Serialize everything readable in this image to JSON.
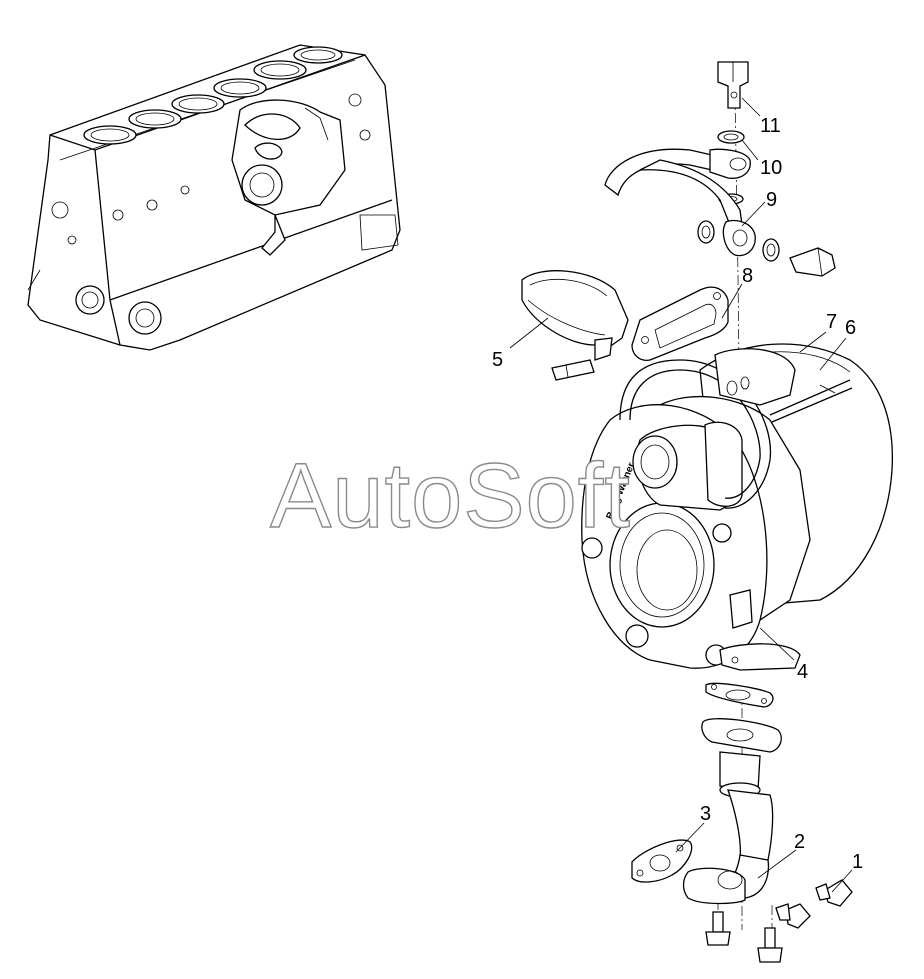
{
  "watermark": "AutoSoft",
  "brand_label": "Borg Warner",
  "callouts": [
    {
      "id": "1",
      "label": "1"
    },
    {
      "id": "2",
      "label": "2"
    },
    {
      "id": "3",
      "label": "3"
    },
    {
      "id": "4",
      "label": "4"
    },
    {
      "id": "5",
      "label": "5"
    },
    {
      "id": "6",
      "label": "6"
    },
    {
      "id": "7",
      "label": "7"
    },
    {
      "id": "8",
      "label": "8"
    },
    {
      "id": "9",
      "label": "9"
    },
    {
      "id": "10",
      "label": "10"
    },
    {
      "id": "11",
      "label": "11"
    }
  ]
}
